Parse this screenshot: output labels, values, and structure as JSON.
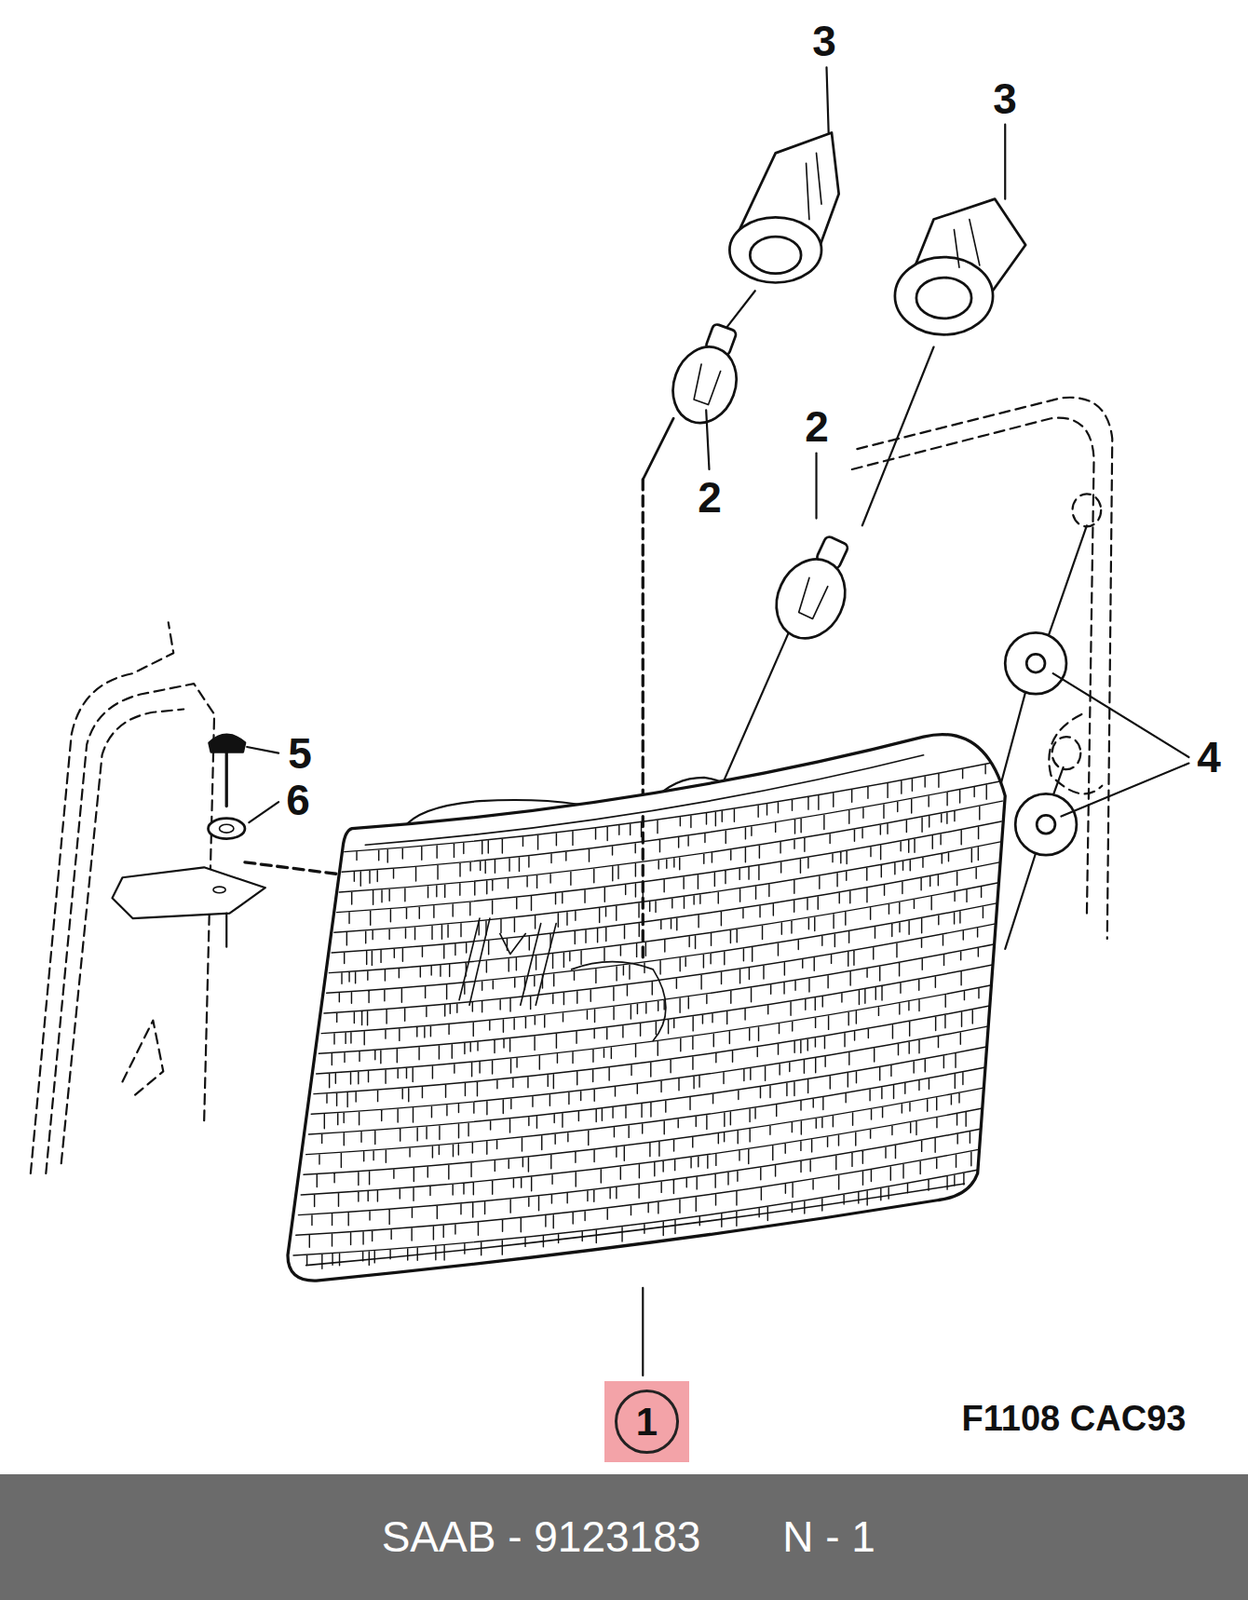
{
  "diagram": {
    "nodes": [
      {
        "text": [
          "1"
        ]
      },
      {
        "text": [
          "SAAB - 9123183",
          "N - 1"
        ]
      }
    ],
    "labels": [
      "3",
      "3",
      "2",
      "2",
      "4",
      "5",
      "6",
      "F1108 CAC93"
    ]
  }
}
